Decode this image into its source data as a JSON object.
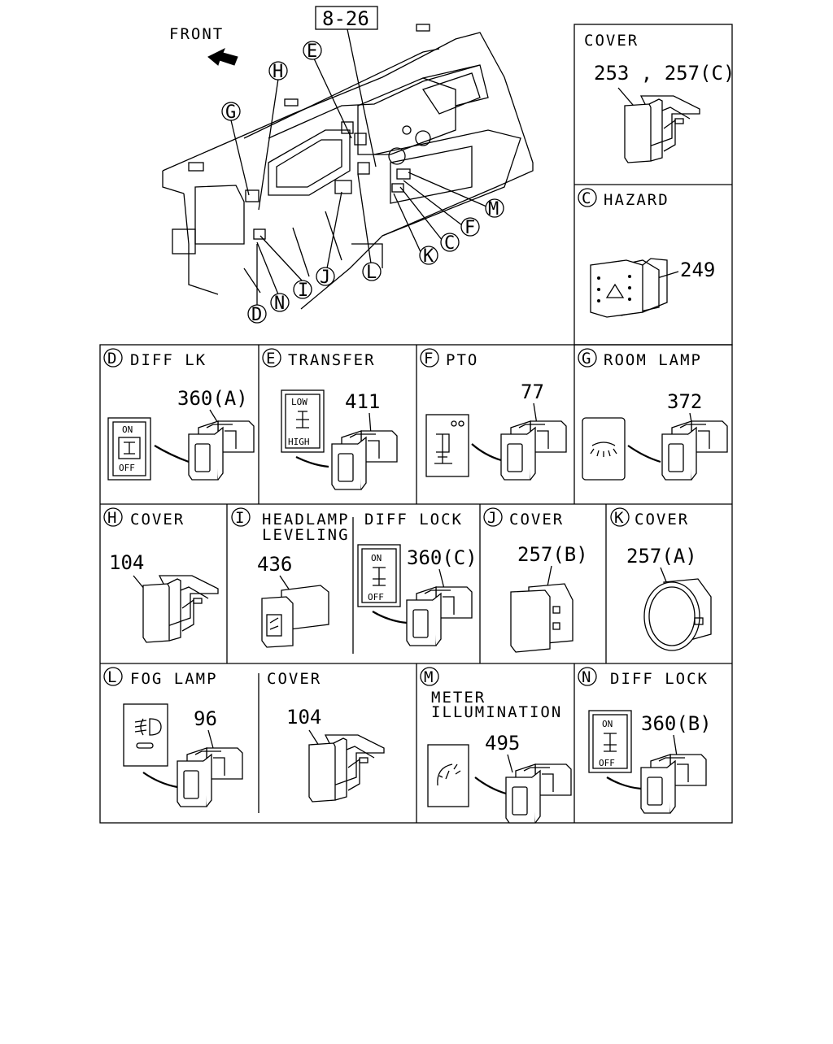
{
  "overview": {
    "front_label": "FRONT",
    "ref_box": "8-26",
    "callouts": [
      "H",
      "E",
      "G",
      "M",
      "F",
      "C",
      "K",
      "L",
      "J",
      "I",
      "N",
      "D"
    ]
  },
  "panels": {
    "cover_top": {
      "title": "COVER",
      "part": "253 , 257(C)"
    },
    "hazard": {
      "letter": "C",
      "title": "HAZARD",
      "part": "249"
    },
    "diff_lk": {
      "letter": "D",
      "title": "DIFF LK",
      "part": "360(A)",
      "on": "ON",
      "off": "OFF"
    },
    "transfer": {
      "letter": "E",
      "title": "TRANSFER",
      "part": "411",
      "low": "LOW",
      "high": "HIGH"
    },
    "pto": {
      "letter": "F",
      "title": "PTO",
      "part": "77"
    },
    "room_lamp": {
      "letter": "G",
      "title": "ROOM LAMP",
      "part": "372"
    },
    "cover_h": {
      "letter": "H",
      "title": "COVER",
      "part": "104"
    },
    "headlamp": {
      "letter": "I",
      "title_line1": "HEADLAMP",
      "title_line2": "LEVELING",
      "part": "436"
    },
    "diff_lock_i": {
      "title": "DIFF LOCK",
      "part": "360(C)",
      "on": "ON",
      "off": "OFF"
    },
    "cover_j": {
      "letter": "J",
      "title": "COVER",
      "part": "257(B)"
    },
    "cover_k": {
      "letter": "K",
      "title": "COVER",
      "part": "257(A)"
    },
    "fog_lamp": {
      "letter": "L",
      "title": "FOG LAMP",
      "part": "96"
    },
    "cover_l": {
      "title": "COVER",
      "part": "104"
    },
    "meter": {
      "letter": "M",
      "title_line1": "METER",
      "title_line2": "ILLUMINATION",
      "part": "495"
    },
    "diff_lock_n": {
      "letter": "N",
      "title": "DIFF LOCK",
      "part": "360(B)",
      "on": "ON",
      "off": "OFF"
    }
  }
}
